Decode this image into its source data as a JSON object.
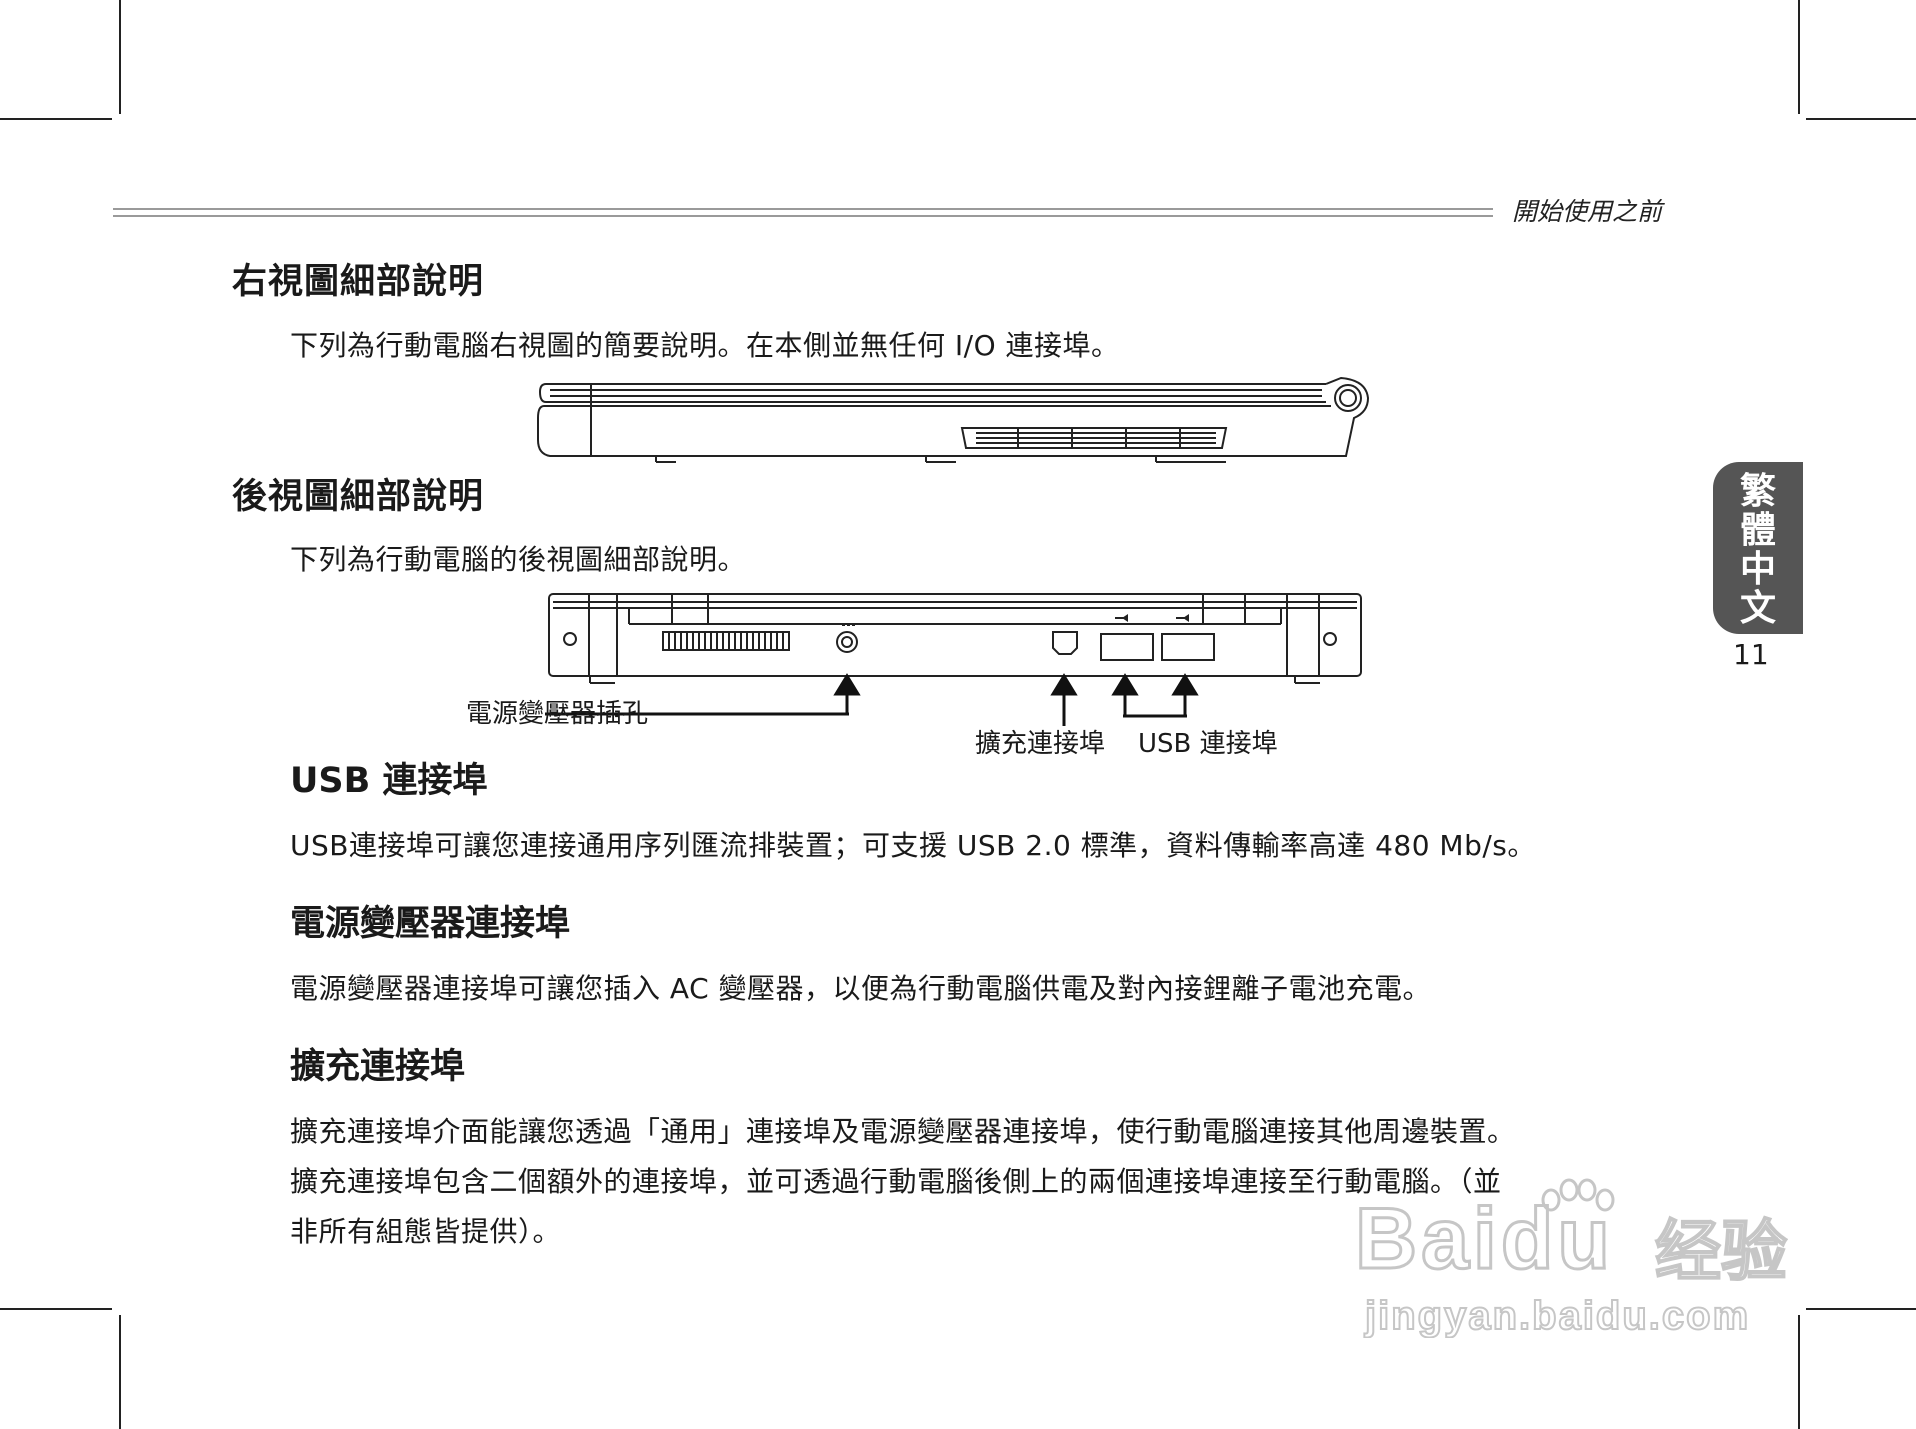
{
  "header": {
    "section": "開始使用之前"
  },
  "sections": {
    "right_view": {
      "title": "右視圖細部說明",
      "desc": "下列為行動電腦右視圖的簡要說明。在本側並無任何  I/O 連接埠。"
    },
    "rear_view": {
      "title": "後視圖細部說明",
      "desc": "下列為行動電腦的後視圖細部說明。",
      "callouts": {
        "power": "電源變壓器插孔",
        "expansion": "擴充連接埠",
        "usb": "USB 連接埠"
      }
    },
    "usb": {
      "title": "USB 連接埠",
      "text": "USB連接埠可讓您連接通用序列匯流排裝置；可支援  USB 2.0 標準，資料傳輸率高達  480 Mb/s。"
    },
    "power": {
      "title": "電源變壓器連接埠",
      "text": "電源變壓器連接埠可讓您插入  AC 變壓器，以便為行動電腦供電及對內接鋰離子電池充電。"
    },
    "expansion": {
      "title": "擴充連接埠",
      "lines": [
        "擴充連接埠介面能讓您透過「通用」連接埠及電源變壓器連接埠，使行動電腦連接其他周邊裝置。",
        "擴充連接埠包含二個額外的連接埠，並可透過行動電腦後側上的兩個連接埠連接至行動電腦。（並",
        "非所有組態皆提供）。"
      ]
    }
  },
  "side_tab": {
    "chars": [
      "繁",
      "體",
      "中",
      "文"
    ]
  },
  "page_number": "11",
  "watermark": {
    "brand": "Baidu",
    "product": "经验",
    "url": "jingyan.baidu.com"
  }
}
